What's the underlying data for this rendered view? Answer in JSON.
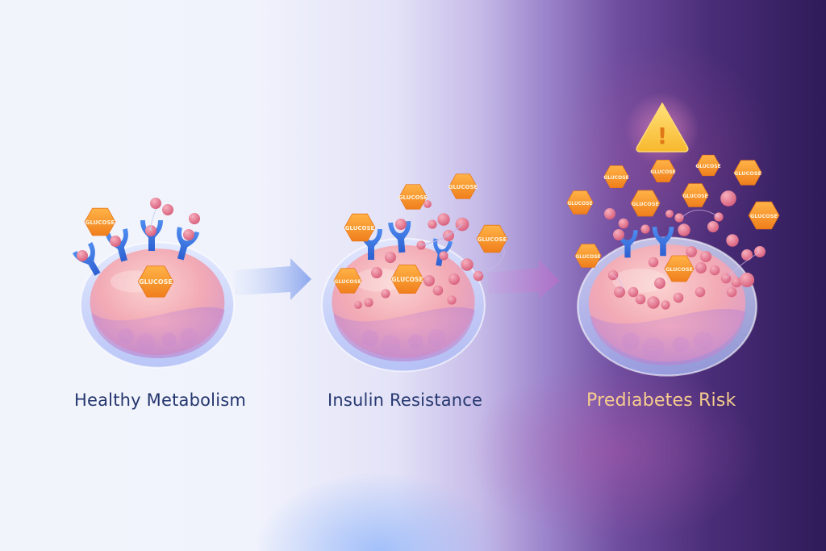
{
  "stages": [
    {
      "label": "Healthy Metabolism",
      "label_color": "#24366e"
    },
    {
      "label": "Insulin Resistance",
      "label_color": "#26386f"
    },
    {
      "label": "Prediabetes Risk",
      "label_color": "#f7cc8e"
    }
  ],
  "glucose_label": "GLUCOSE",
  "warning_icon": {
    "glyph": "!",
    "color": "#fbd24e"
  },
  "colors": {
    "glucose_orange": "#f5902a",
    "receptor_blue": "#3f78e0",
    "insulin_pink": "#e07b96",
    "cell_pink": "#f3b0b6",
    "background_light": "#f2f4fb",
    "background_dark": "#2f1b59"
  },
  "arrows": [
    {
      "from": "Healthy Metabolism",
      "to": "Insulin Resistance"
    },
    {
      "from": "Insulin Resistance",
      "to": "Prediabetes Risk"
    }
  ]
}
